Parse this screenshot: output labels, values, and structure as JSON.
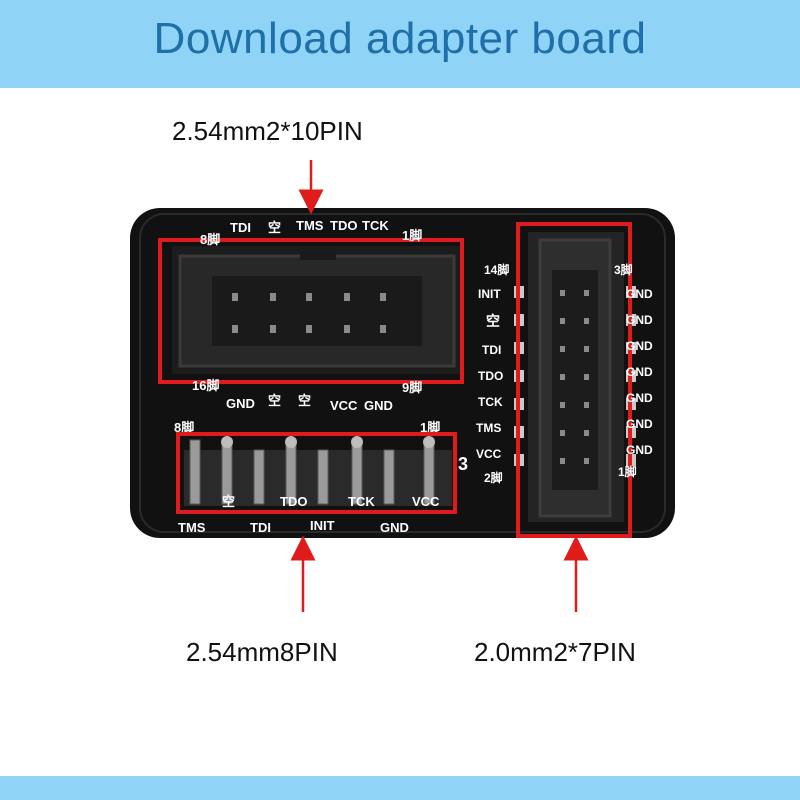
{
  "title": "Download adapter board",
  "callouts": {
    "top": "2.54mm2*10PIN",
    "bottom_left": "2.54mm8PIN",
    "bottom_right": "2.0mm2*7PIN"
  },
  "pcb_labels": {
    "top_header_top": [
      "8脚",
      "TDI",
      "空",
      "TMS",
      "TDO",
      "TCK",
      "1脚"
    ],
    "top_header_bottom": [
      "16脚",
      "GND",
      "空",
      "空",
      "VCC",
      "GND",
      "9脚"
    ],
    "side_left": [
      "14脚",
      "INIT",
      "空",
      "TDI",
      "TDO",
      "TCK",
      "TMS",
      "VCC",
      "2脚"
    ],
    "side_right": [
      "3脚",
      "GND",
      "GND",
      "GND",
      "GND",
      "GND",
      "GND",
      "GND",
      "1脚"
    ],
    "mid_header_top": [
      "8脚",
      "1脚"
    ],
    "mid_header_row": [
      "空",
      "TDO",
      "TCK",
      "VCC"
    ],
    "mid_header_pin_num": "3",
    "bottom_row": [
      "TMS",
      "TDI",
      "INIT",
      "GND"
    ]
  },
  "colors": {
    "banner": "#8fd3f6",
    "title": "#1f6fa8",
    "highlight": "#e01b1b",
    "pcb": "#111111",
    "silkscreen": "#ffffff"
  },
  "icons": [
    "arrow-down-icon",
    "arrow-up-icon"
  ]
}
